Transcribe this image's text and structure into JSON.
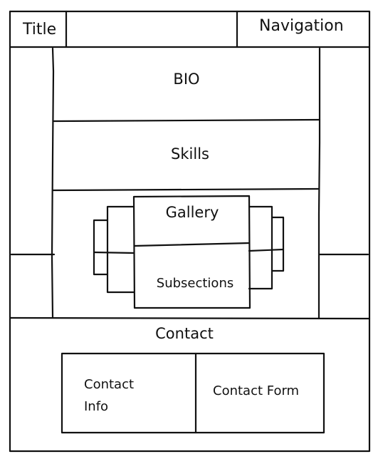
{
  "header": {
    "title": "Title",
    "navigation": "Navigation"
  },
  "sections": {
    "bio": "BIO",
    "skills": "Skills",
    "gallery": "Gallery",
    "subsections": "Subsections"
  },
  "contact": {
    "heading": "Contact",
    "info": "Contact\nInfo",
    "form": "Contact Form"
  }
}
